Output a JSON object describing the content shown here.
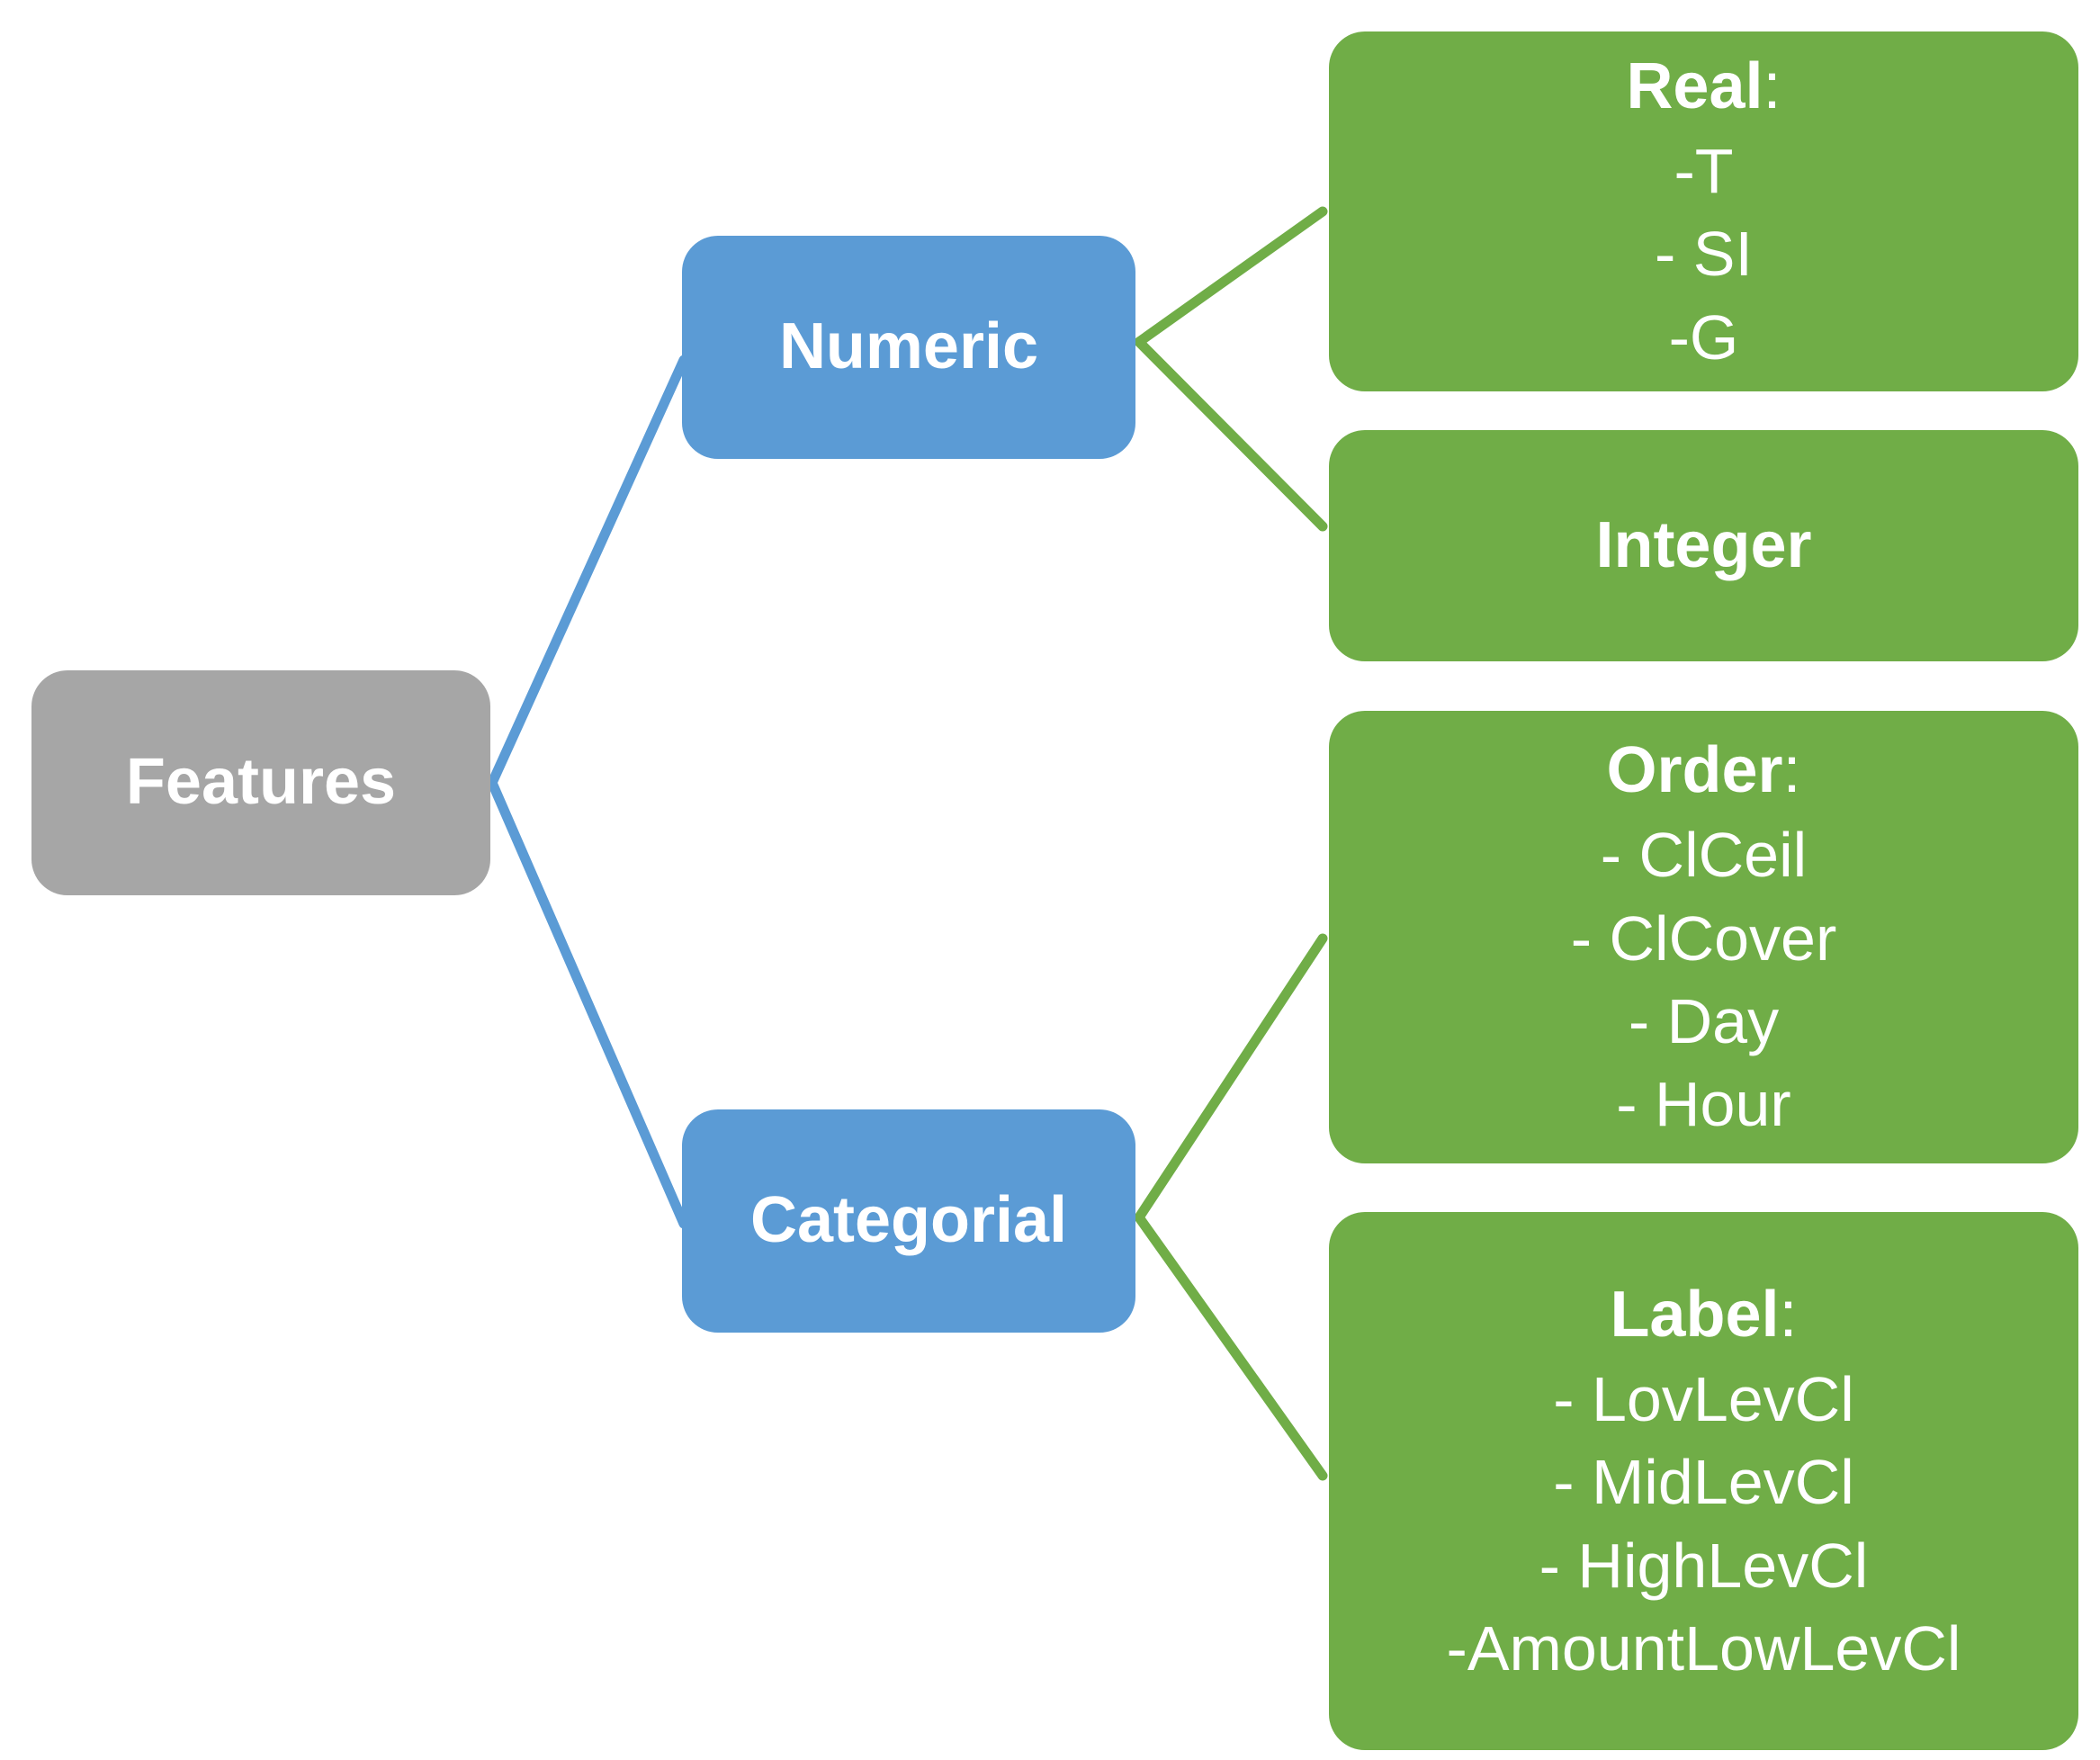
{
  "diagram": {
    "colors": {
      "background": "#FFFFFF",
      "root_fill": "#A6A6A6",
      "branch_fill": "#5B9BD5",
      "leaf_fill": "#70AD47",
      "branch_line": "#5B9BD5",
      "leaf_line": "#70AD47",
      "text": "#FFFFFF"
    },
    "nodes": {
      "features": {
        "label": "Features"
      },
      "numeric": {
        "label": "Numeric"
      },
      "categorial": {
        "label": "Categorial"
      },
      "real": {
        "title": "Real",
        "suffix": ":",
        "items": [
          "-T",
          "- SI",
          "-G"
        ]
      },
      "integer": {
        "title": "Integer",
        "suffix": ""
      },
      "order": {
        "title": "Order",
        "suffix": ":",
        "items": [
          "- ClCeil",
          "- ClCover",
          "- Day",
          "- Hour"
        ]
      },
      "label": {
        "title": "Label",
        "suffix": ":",
        "items": [
          "- LovLevCl",
          "- MidLevCl",
          "- HighLevCl",
          "-AmountLowLevCl"
        ]
      }
    }
  }
}
